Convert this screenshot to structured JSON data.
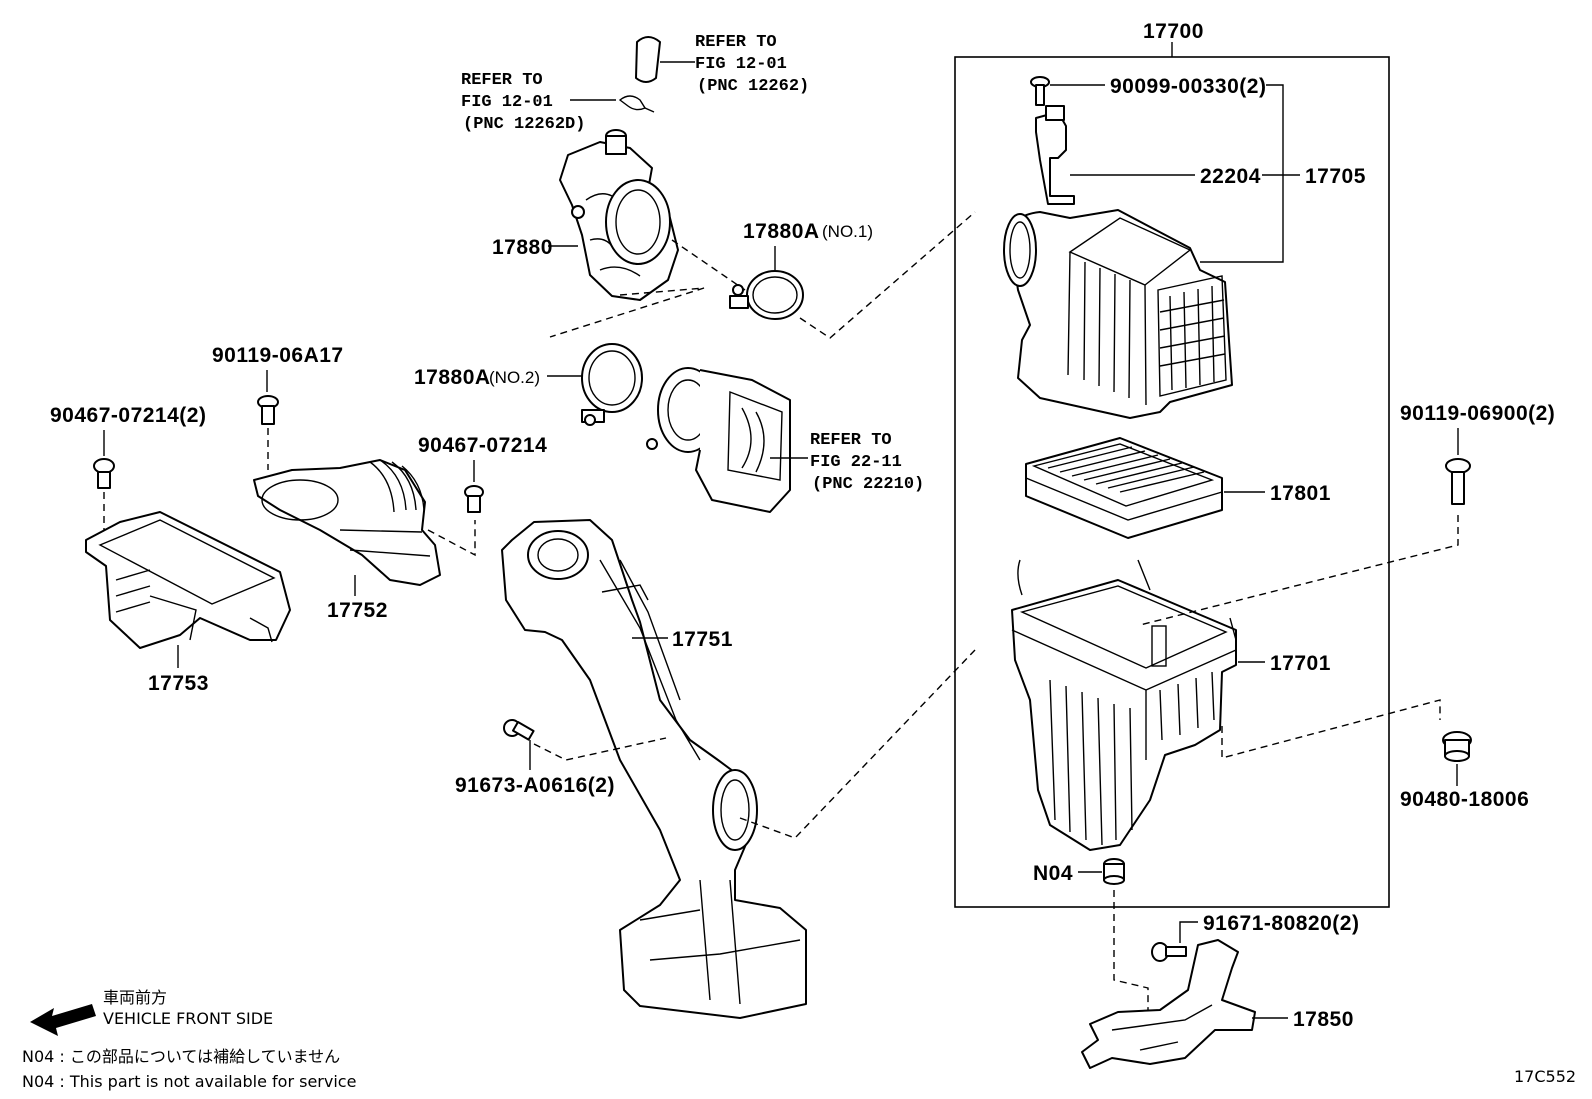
{
  "diagram_id": "17C552",
  "assembly_box_label": "17700",
  "labels": {
    "p17700": "17700",
    "p90099": "90099-00330(2)",
    "p22204": "22204",
    "p17705": "17705",
    "p17801": "17801",
    "p17701": "17701",
    "pN04": "N04",
    "p91671": "91671-80820(2)",
    "p17850": "17850",
    "p90119_06900": "90119-06900(2)",
    "p90480": "90480-18006",
    "p17880": "17880",
    "p17880A": "17880A",
    "p17880A_no1": "(NO.1)",
    "p17880A2": "17880A",
    "p17880A_no2": "(NO.2)",
    "p17751": "17751",
    "p91673": "91673-A0616(2)",
    "p90119_06A17": "90119-06A17",
    "p90467_2": "90467-07214(2)",
    "p90467": "90467-07214",
    "p17752": "17752",
    "p17753": "17753"
  },
  "refs": {
    "r1": [
      "REFER TO",
      "FIG 12-01",
      "(PNC 12262)"
    ],
    "r2": [
      "REFER TO",
      "FIG 12-01",
      "(PNC 12262D)"
    ],
    "r3": [
      "REFER TO",
      "FIG 22-11",
      "(PNC 22210)"
    ]
  },
  "legend": {
    "direction_jp": "車両前方",
    "direction_en": "VEHICLE FRONT SIDE",
    "note_jp": "N04 : この部品については補給していません",
    "note_en": "N04 : This part is not available for service"
  }
}
